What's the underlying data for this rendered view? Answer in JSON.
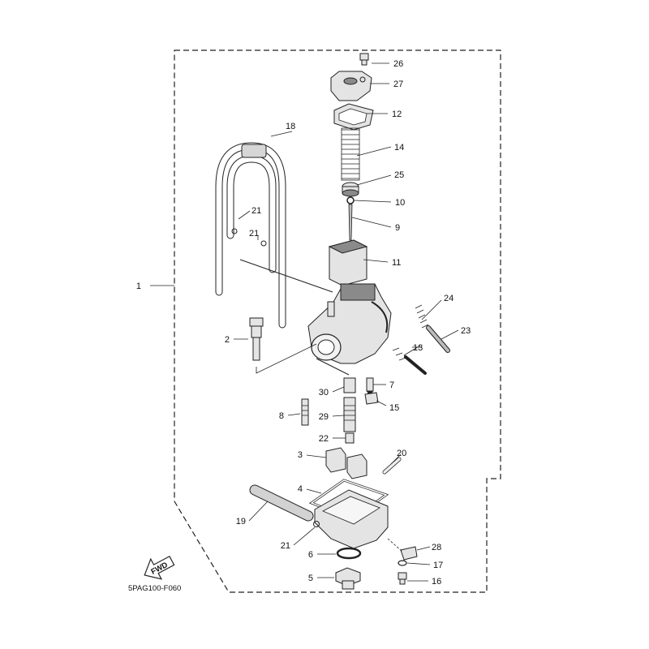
{
  "diagram": {
    "drawing_code": "5PAG100-F060",
    "fwd_label": "FWD",
    "accent_color": "#222222",
    "callouts": [
      {
        "id": "1",
        "label": "1"
      },
      {
        "id": "2",
        "label": "2"
      },
      {
        "id": "3",
        "label": "3"
      },
      {
        "id": "4",
        "label": "4"
      },
      {
        "id": "5",
        "label": "5"
      },
      {
        "id": "6",
        "label": "6"
      },
      {
        "id": "7",
        "label": "7"
      },
      {
        "id": "8",
        "label": "8"
      },
      {
        "id": "9",
        "label": "9"
      },
      {
        "id": "10",
        "label": "10"
      },
      {
        "id": "11",
        "label": "11"
      },
      {
        "id": "12",
        "label": "12"
      },
      {
        "id": "13",
        "label": "13"
      },
      {
        "id": "14",
        "label": "14"
      },
      {
        "id": "15",
        "label": "15"
      },
      {
        "id": "16",
        "label": "16"
      },
      {
        "id": "17",
        "label": "17"
      },
      {
        "id": "18",
        "label": "18"
      },
      {
        "id": "19",
        "label": "19"
      },
      {
        "id": "20",
        "label": "20"
      },
      {
        "id": "21a",
        "label": "21"
      },
      {
        "id": "21b",
        "label": "21"
      },
      {
        "id": "21c",
        "label": "21"
      },
      {
        "id": "22",
        "label": "22"
      },
      {
        "id": "23",
        "label": "23"
      },
      {
        "id": "24",
        "label": "24"
      },
      {
        "id": "25",
        "label": "25"
      },
      {
        "id": "26",
        "label": "26"
      },
      {
        "id": "27",
        "label": "27"
      },
      {
        "id": "28",
        "label": "28"
      },
      {
        "id": "29",
        "label": "29"
      },
      {
        "id": "30",
        "label": "30"
      }
    ]
  }
}
